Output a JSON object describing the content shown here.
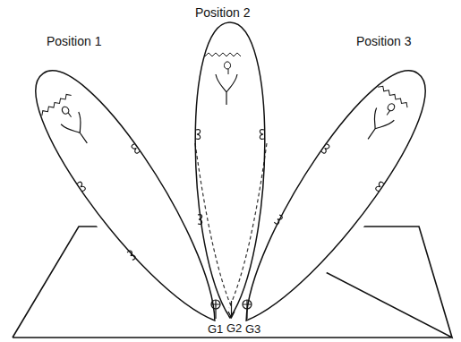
{
  "diagram": {
    "nodes": [
      {
        "text": [
          "Position 1"
        ]
      },
      {
        "text": [
          "Position 2"
        ]
      },
      {
        "text": [
          "Position 3"
        ]
      }
    ],
    "labels": [
      "G1",
      "G2",
      "G3"
    ]
  }
}
